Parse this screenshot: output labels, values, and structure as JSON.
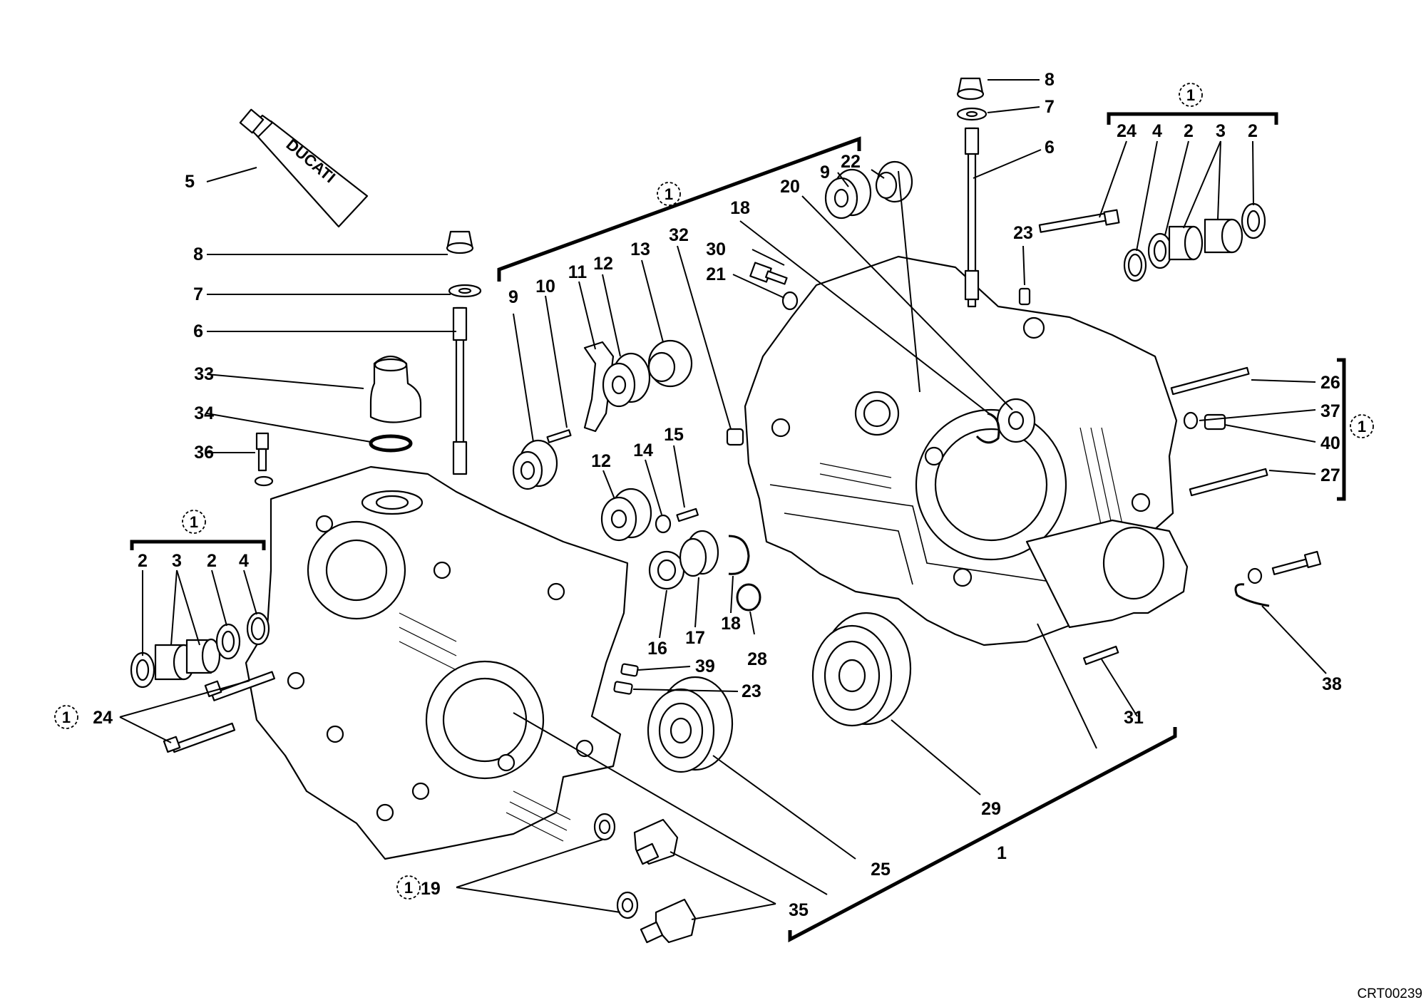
{
  "drawing_code": "CRT00239",
  "tube_brand": "DUCATI",
  "callouts": {
    "n1": "1",
    "n2": "2",
    "n3": "3",
    "n4": "4",
    "n5": "5",
    "n6": "6",
    "n7": "7",
    "n8": "8",
    "n9": "9",
    "n10": "10",
    "n11": "11",
    "n12": "12",
    "n13": "13",
    "n14": "14",
    "n15": "15",
    "n16": "16",
    "n17": "17",
    "n18": "18",
    "n19": "19",
    "n20": "20",
    "n21": "21",
    "n22": "22",
    "n23": "23",
    "n24": "24",
    "n25": "25",
    "n26": "26",
    "n27": "27",
    "n28": "28",
    "n29": "29",
    "n30": "30",
    "n31": "31",
    "n32": "32",
    "n33": "33",
    "n34": "34",
    "n35": "35",
    "n36": "36",
    "n37": "37",
    "n38": "38",
    "n39": "39",
    "n40": "40"
  }
}
